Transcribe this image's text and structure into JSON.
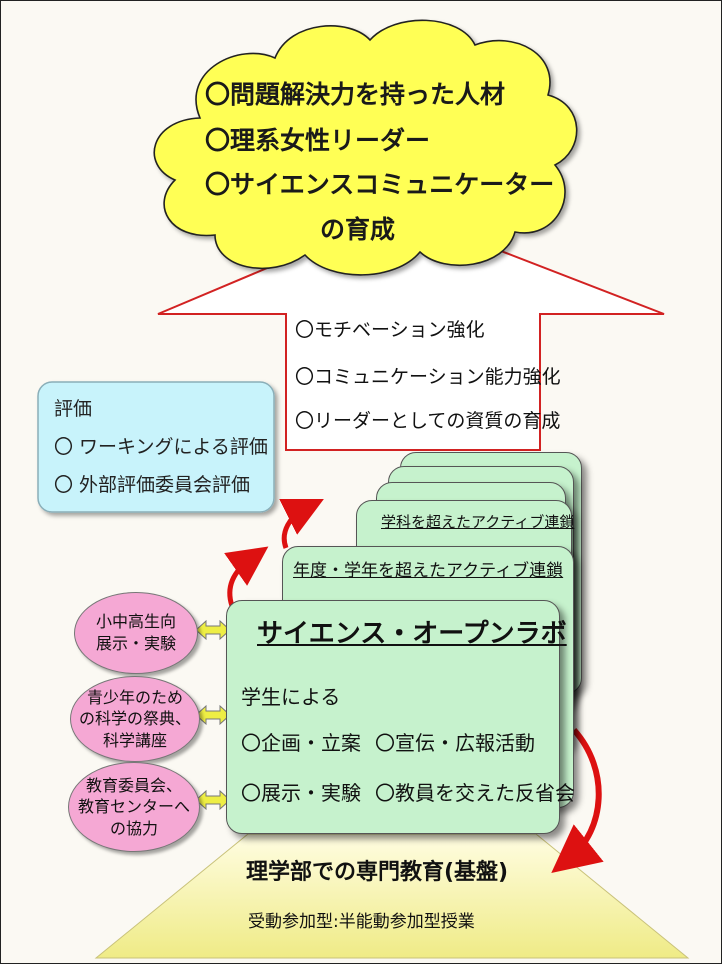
{
  "goals": {
    "line1": "〇問題解決力を持った人材",
    "line2": "〇理系女性リーダー",
    "line3": "〇サイエンスコミュニケーター",
    "line4": "の育成"
  },
  "arrow": {
    "line1": "〇モチベーション強化",
    "line2": "〇コミュニケーション能力強化",
    "line3": "〇リーダーとしての資質の育成"
  },
  "evaluation": {
    "title": "評価",
    "item1": "〇 ワーキングによる評価",
    "item2": "〇 外部評価委員会評価"
  },
  "chain": {
    "back": "学科を超えたアクティブ連鎖",
    "middle": "年度・学年を超えたアクティブ連鎖"
  },
  "science_lab": {
    "title": "サイエンス・オープンラボ",
    "subtitle": "学生による",
    "item1": "〇企画・立案",
    "item2": "〇宣伝・広報活動",
    "item3": "〇展示・実験",
    "item4": "〇教員を交えた反省会"
  },
  "activities": [
    {
      "line1": "小中高生向",
      "line2": "展示・実験",
      "line3": ""
    },
    {
      "line1": "青少年のため",
      "line2": "の科学の祭典、",
      "line3": "科学講座"
    },
    {
      "line1": "教育委員会、",
      "line2": "教育センターへ",
      "line3": "の協力"
    }
  ],
  "foundation": {
    "title": "理学部での専門教育(基盤)",
    "subtitle": "受動参加型:半能動参加型授業"
  },
  "colors": {
    "cloud": "#ffff55",
    "lab_card": "#c6f2cd",
    "evaluation_box": "#c8f3fb",
    "activity_pill": "#f5a8d4",
    "arrow_outline": "#d22222",
    "connector": "#eeee44",
    "curved_arrow": "#dd1111",
    "foundation_top": "#fffde0",
    "foundation_bottom": "#f0ed88"
  }
}
